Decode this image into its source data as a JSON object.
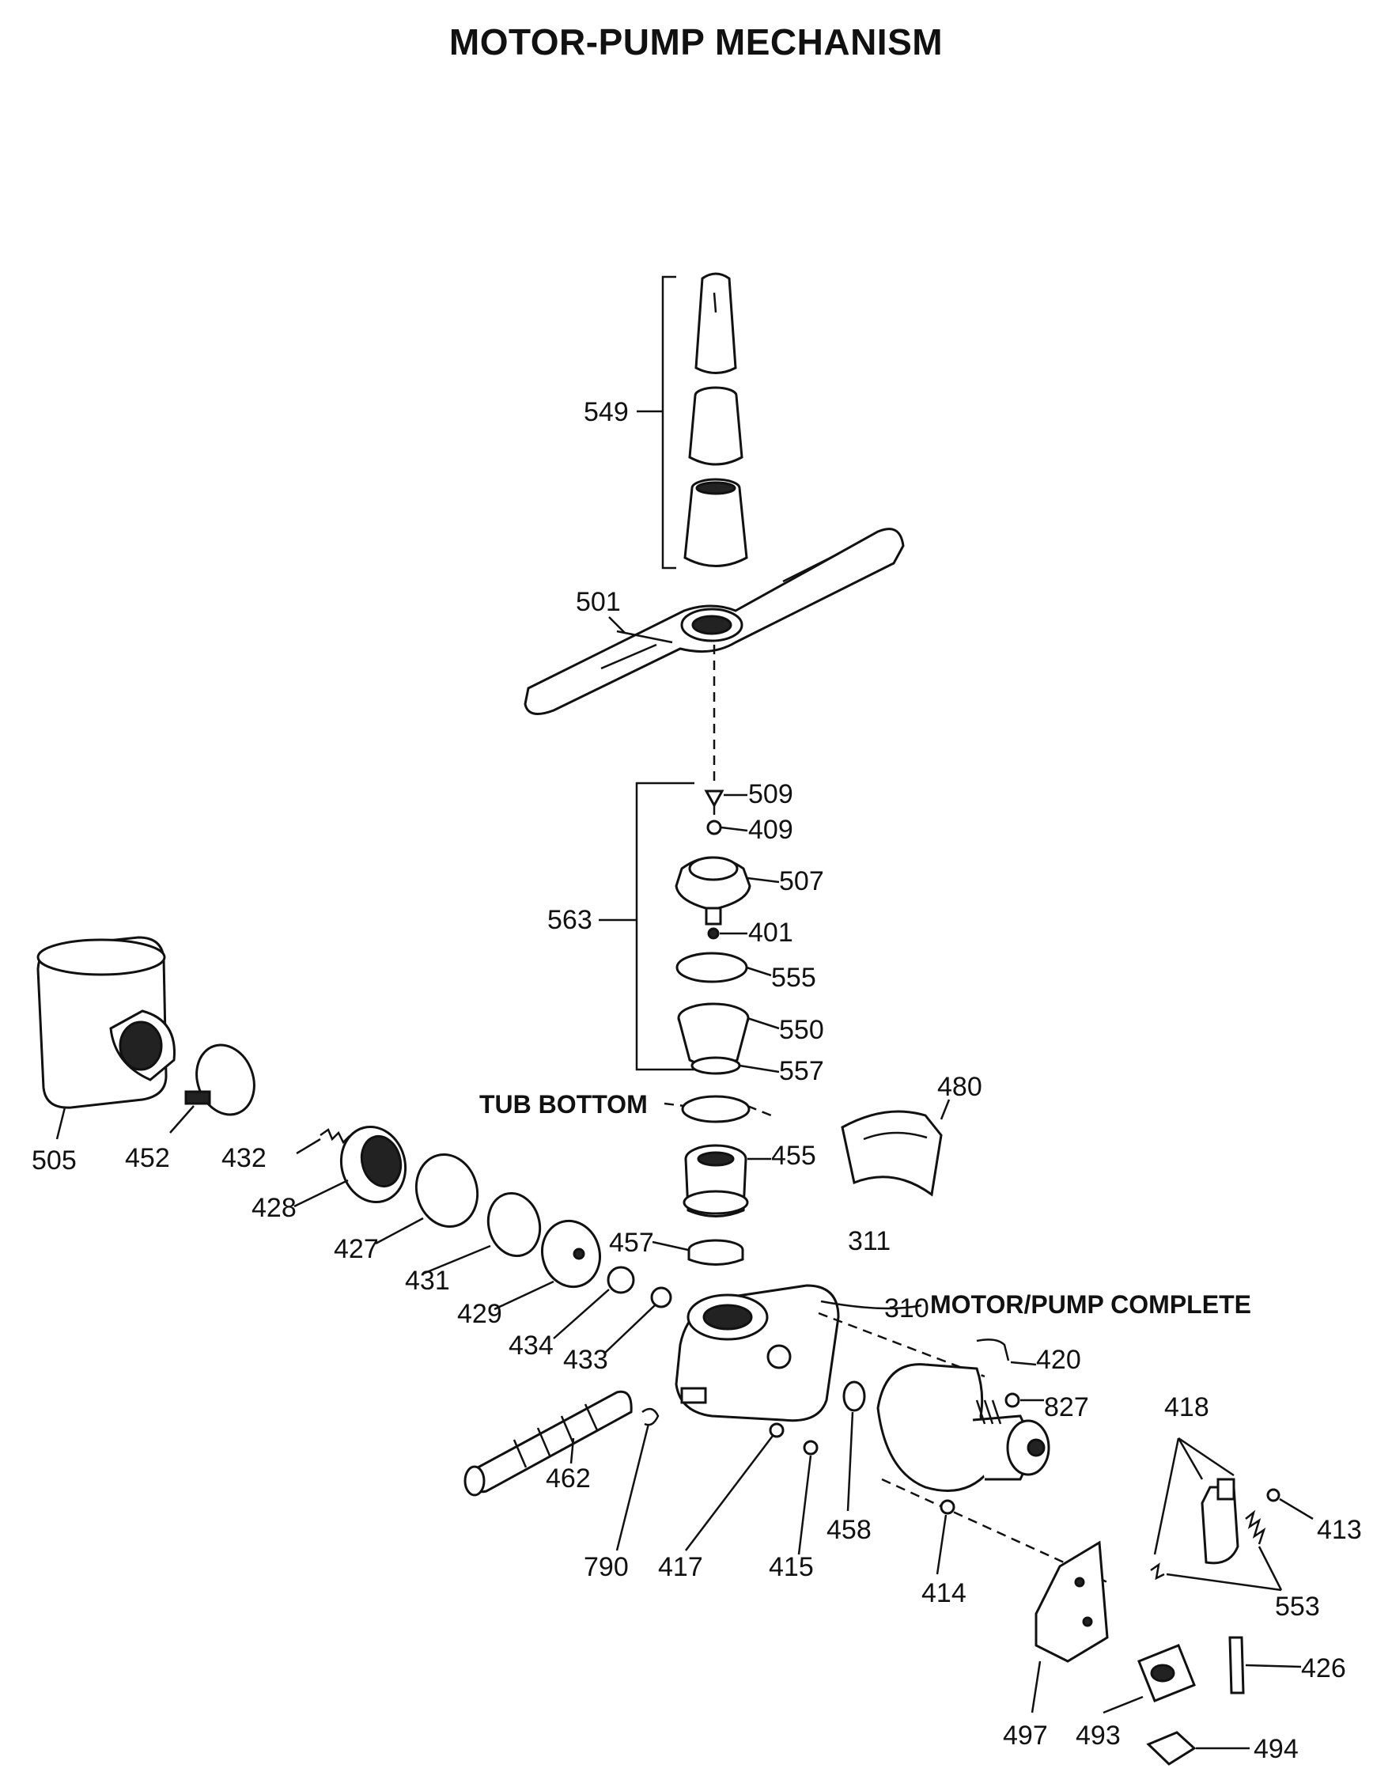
{
  "title": "MOTOR-PUMP MECHANISM",
  "headings": {
    "tub_bottom": "TUB BOTTOM",
    "motor_pump_complete": "MOTOR/PUMP COMPLETE"
  },
  "callouts": {
    "p549": "549",
    "p501": "501",
    "p509": "509",
    "p409": "409",
    "p507": "507",
    "p563": "563",
    "p401": "401",
    "p555": "555",
    "p550": "550",
    "p557": "557",
    "p480": "480",
    "p505": "505",
    "p452": "452",
    "p432": "432",
    "p428": "428",
    "p455": "455",
    "p427": "427",
    "p457": "457",
    "p311": "311",
    "p431": "431",
    "p429": "429",
    "p310": "310",
    "p434": "434",
    "p433": "433",
    "p420": "420",
    "p827": "827",
    "p418": "418",
    "p462": "462",
    "p413": "413",
    "p458": "458",
    "p790": "790",
    "p417": "417",
    "p415": "415",
    "p414": "414",
    "p553": "553",
    "p426": "426",
    "p497": "497",
    "p493": "493",
    "p494": "494"
  }
}
